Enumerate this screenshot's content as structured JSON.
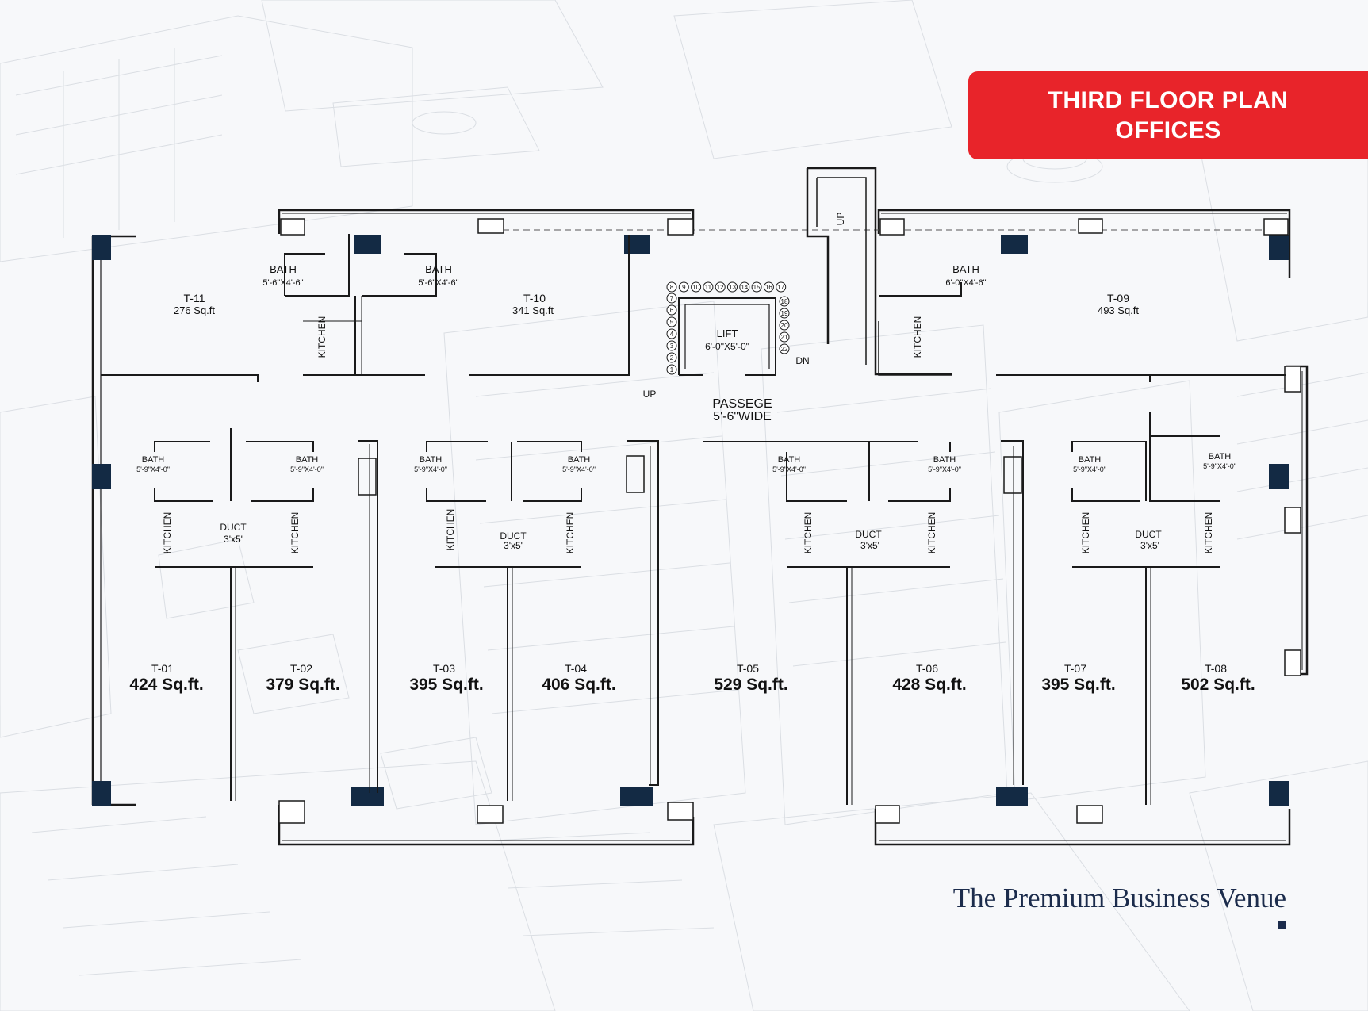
{
  "title": {
    "line1": "THIRD FLOOR PLAN",
    "line2": "OFFICES"
  },
  "tagline": "The Premium Business Venue",
  "units": [
    {
      "code": "T-01",
      "area": "424 Sq.ft."
    },
    {
      "code": "T-02",
      "area": "379 Sq.ft."
    },
    {
      "code": "T-03",
      "area": "395 Sq.ft."
    },
    {
      "code": "T-04",
      "area": "406 Sq.ft."
    },
    {
      "code": "T-05",
      "area": "529 Sq.ft."
    },
    {
      "code": "T-06",
      "area": "428 Sq.ft."
    },
    {
      "code": "T-07",
      "area": "395 Sq.ft."
    },
    {
      "code": "T-08",
      "area": "502 Sq.ft."
    },
    {
      "code": "T-09",
      "area": "493 Sq.ft"
    },
    {
      "code": "T-10",
      "area": "341 Sq.ft"
    },
    {
      "code": "T-11",
      "area": "276 Sq.ft"
    }
  ],
  "labels": {
    "bath": "BATH",
    "kitchen": "KITCHEN",
    "duct": "DUCT",
    "duct_size": "3'x5'",
    "bath_lower": "5'-9\"X4'-0\"",
    "bath_upper": "5'-6\"X4'-6\"",
    "bath_t09": "6'-0\"X4'-6\"",
    "lift": "LIFT",
    "lift_size": "6'-0\"X5'-0\"",
    "passage": "PASSEGE",
    "passage_width": "5'-6\"WIDE",
    "up": "UP",
    "dn": "DN"
  },
  "stairs": [
    "1",
    "2",
    "3",
    "4",
    "5",
    "6",
    "7",
    "8",
    "9",
    "10",
    "11",
    "12",
    "13",
    "14",
    "15",
    "16",
    "17",
    "18",
    "19",
    "20",
    "21",
    "22"
  ],
  "colors": {
    "accent": "#e8242a",
    "navy": "#132a44",
    "wall": "#1a1a1a",
    "tagline": "#1c2c4c"
  }
}
